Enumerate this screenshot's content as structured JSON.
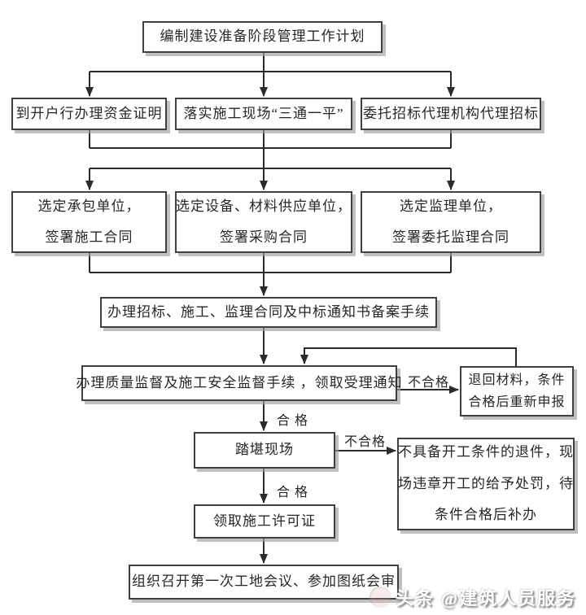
{
  "flowchart": {
    "nodes": {
      "plan": {
        "text": "编制建设准备阶段管理工作计划"
      },
      "fund_cert": {
        "text": "到开户行办理资金证明"
      },
      "site_three_one": {
        "text": "落实施工现场“三通一平”"
      },
      "bid_agency": {
        "text": "委托招标代理机构代理招标"
      },
      "contractor": {
        "line1": "选定承包单位，",
        "line2": "签署施工合同"
      },
      "supplier": {
        "line1": "选定设备、材料供应单位，",
        "line2": "签署采购合同"
      },
      "supervisor": {
        "line1": "选定监理单位，",
        "line2": "签署委托监理合同"
      },
      "filing": {
        "text": "办理招标、施工、监理合同及中标通知书备案手续"
      },
      "quality_safety": {
        "text": "办理质量监督及施工安全监督手续 ，领取受理通知"
      },
      "return_materials": {
        "line1": "退回材料，条件",
        "line2": "合格后重新申报"
      },
      "site_visit": {
        "text": "踏堪现场"
      },
      "reject_punish": {
        "line1": "不具备开工条件的退件，现",
        "line2": "场违章开工的给予处罚，待",
        "line3": "条件合格后补办"
      },
      "permit": {
        "text": "领取施工许可证"
      },
      "first_meeting": {
        "text": "组织召开第一次工地会议、参加图纸会审"
      }
    },
    "edge_labels": {
      "unqualified_1": "不合格",
      "qualified_1": "合 格",
      "unqualified_2": "不合格",
      "qualified_2": "合 格"
    },
    "watermark": "头条 @建筑人员服务",
    "colors": {
      "line": "#2b2b2b",
      "box_border": "#404040",
      "box_shadow": "#9e9e9e",
      "text": "#262626",
      "background": "#ffffff",
      "watermark_text": "#fdfdfd",
      "watermark_shadow": "#737373"
    }
  }
}
